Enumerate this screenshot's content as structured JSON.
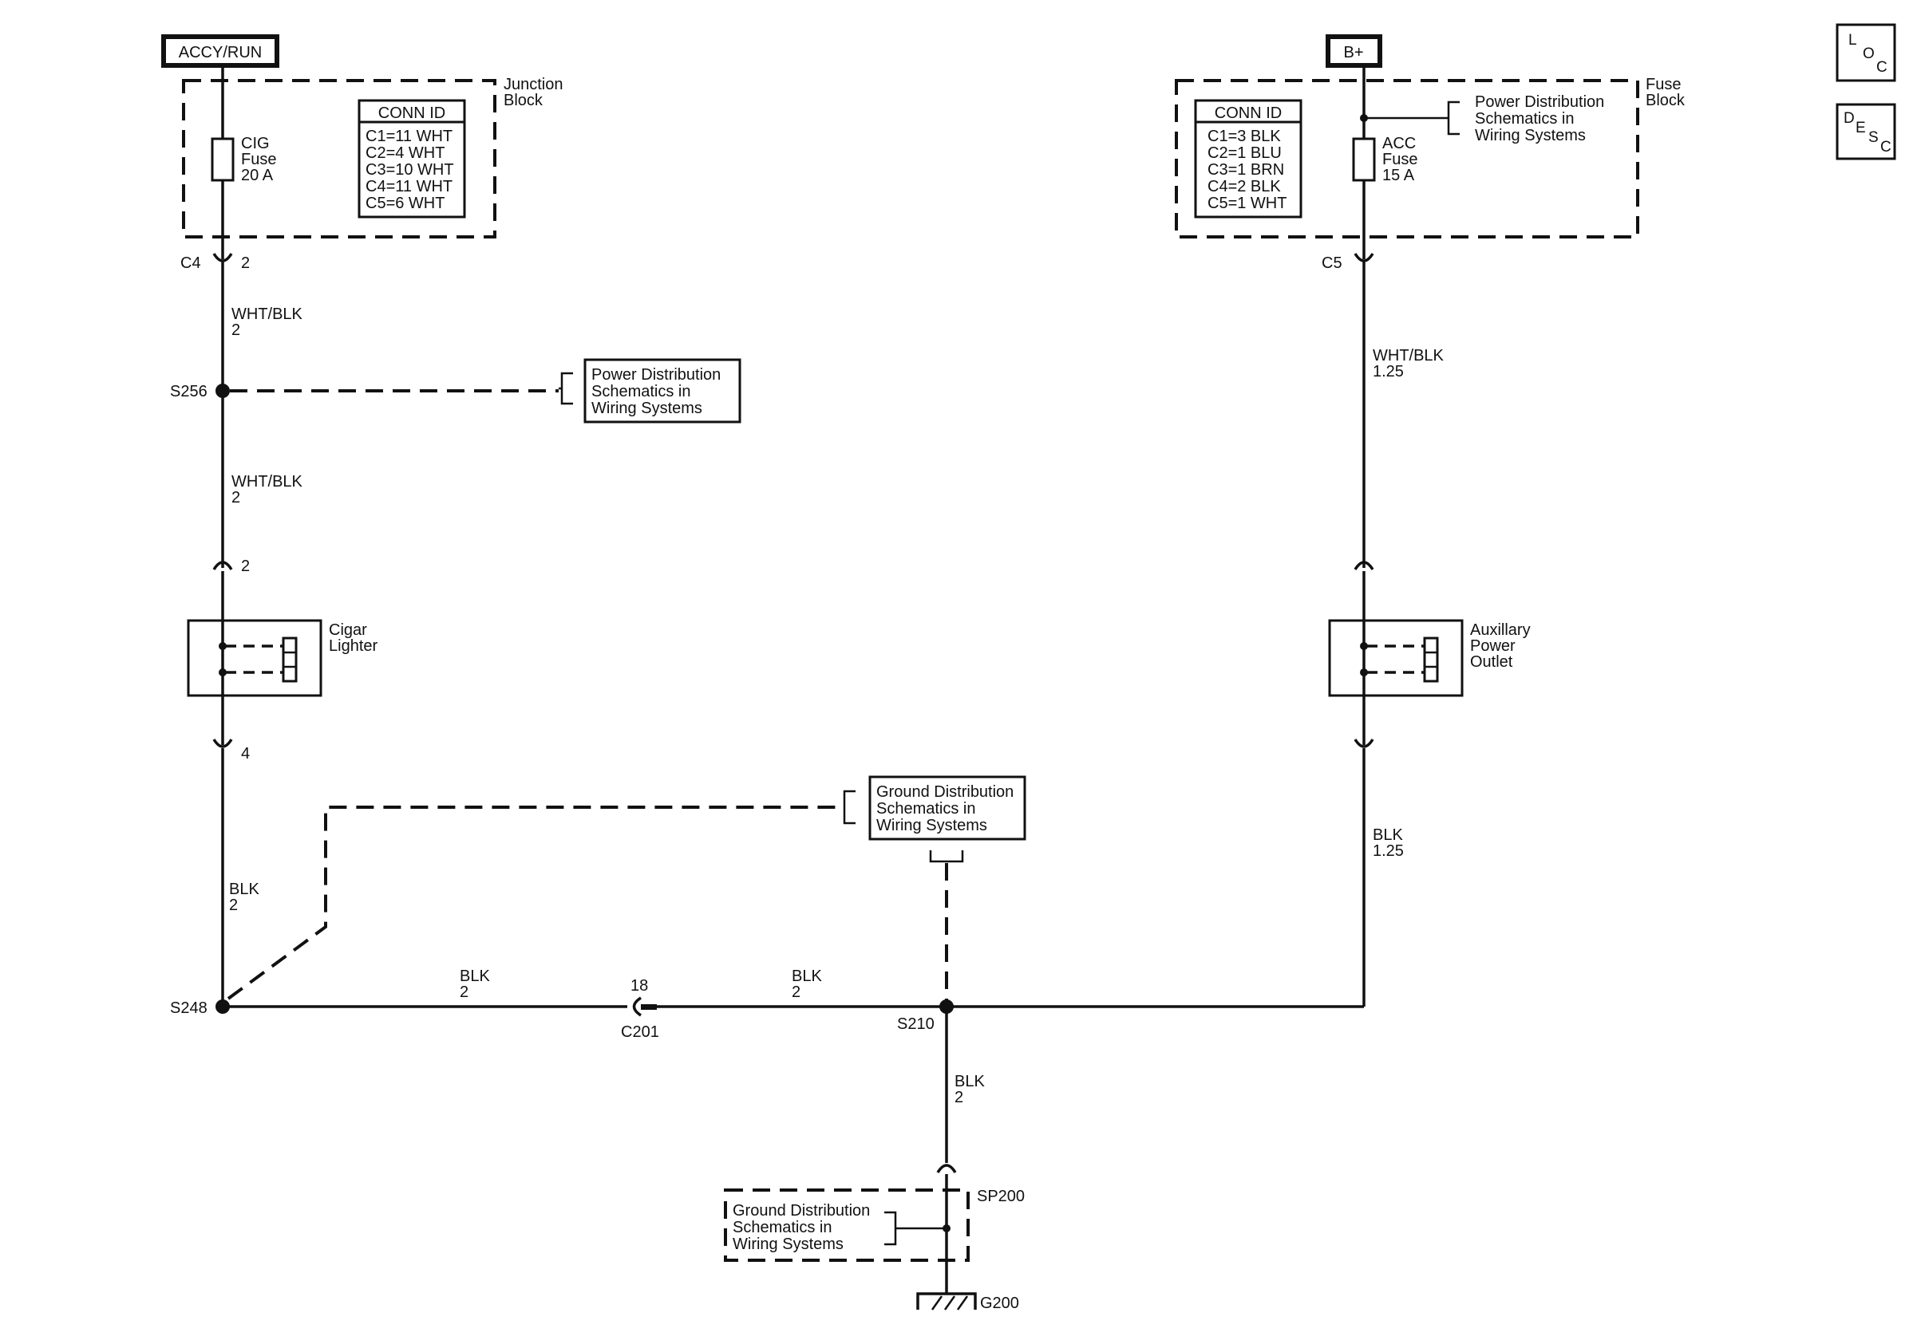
{
  "power_sources": {
    "left": "ACCY/RUN",
    "right": "B+"
  },
  "nav_buttons": {
    "loc": {
      "l1": "L",
      "l2": "O",
      "l3": "C"
    },
    "desc": {
      "l1": "D",
      "l2": "E",
      "l3": "S",
      "l4": "C"
    }
  },
  "junction_block": {
    "name_line1": "Junction",
    "name_line2": "Block",
    "fuse_line1": "CIG",
    "fuse_line2": "Fuse",
    "fuse_line3": "20 A",
    "conn_id_header": "CONN ID",
    "conn_ids": [
      "C1=11 WHT",
      "C2=4 WHT",
      "C3=10 WHT",
      "C4=11 WHT",
      "C5=6 WHT"
    ],
    "connector": "C4",
    "pin": "2"
  },
  "fuse_block": {
    "name_line1": "Fuse",
    "name_line2": "Block",
    "fuse_line1": "ACC",
    "fuse_line2": "Fuse",
    "fuse_line3": "15 A",
    "conn_id_header": "CONN ID",
    "conn_ids": [
      "C1=3 BLK",
      "C2=1 BLU",
      "C3=1 BRN",
      "C4=2 BLK",
      "C5=1 WHT"
    ],
    "connector": "C5",
    "ref_line1": "Power Distribution",
    "ref_line2": "Schematics in",
    "ref_line3": "Wiring  Systems"
  },
  "left_circuit": {
    "wire1_color": "WHT/BLK",
    "wire1_size": "2",
    "splice1": "S256",
    "ref_line1": "Power Distribution",
    "ref_line2": "Schematics in",
    "ref_line3": "Wiring Systems",
    "wire2_color": "WHT/BLK",
    "wire2_size": "2",
    "pin_top": "2",
    "component_line1": "Cigar",
    "component_line2": "Lighter",
    "pin_bottom": "4",
    "wire3_color": "BLK",
    "wire3_size": "2",
    "splice2": "S248"
  },
  "right_circuit": {
    "wire1_color": "WHT/BLK",
    "wire1_size": "1.25",
    "component_line1": "Auxillary",
    "component_line2": "Power",
    "component_line3": "Outlet",
    "wire2_color": "BLK",
    "wire2_size": "1.25"
  },
  "ground_circuit": {
    "seg1_color": "BLK",
    "seg1_size": "2",
    "connector_pin": "18",
    "connector": "C201",
    "seg2_color": "BLK",
    "seg2_size": "2",
    "splice": "S210",
    "ref_top_line1": "Ground Distribution",
    "ref_top_line2": "Schematics in",
    "ref_top_line3": "Wiring Systems",
    "drop_color": "BLK",
    "drop_size": "2",
    "splice_pack": "SP200",
    "ref_bottom_line1": "Ground Distribution",
    "ref_bottom_line2": "Schematics in",
    "ref_bottom_line3": "Wiring Systems",
    "ground": "G200"
  }
}
